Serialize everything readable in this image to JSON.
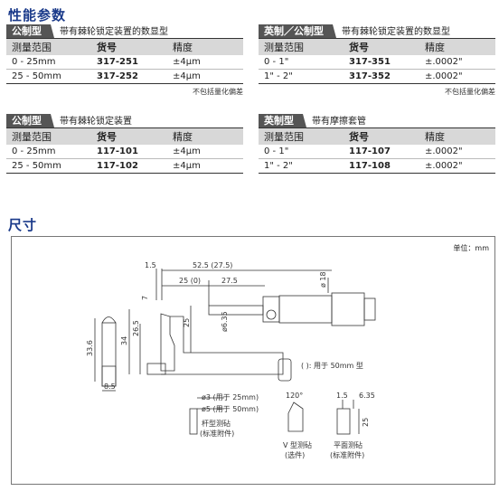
{
  "title_main": "性能参数",
  "title_dims": "尺寸",
  "col_headers": [
    "测量范围",
    "货号",
    "精度"
  ],
  "tables": [
    {
      "tag": "公制型",
      "desc": "带有棘轮锁定装置的数显型",
      "rows": [
        [
          "0 - 25mm",
          "317-251",
          "±4μm"
        ],
        [
          "25 - 50mm",
          "317-252",
          "±4μm"
        ]
      ],
      "note": "不包括量化偏差"
    },
    {
      "tag": "英制／公制型",
      "desc": "带有棘轮锁定装置的数显型",
      "rows": [
        [
          "0 - 1\"",
          "317-351",
          "±.0002\""
        ],
        [
          "1\" - 2\"",
          "317-352",
          "±.0002\""
        ]
      ],
      "note": "不包括量化偏差"
    },
    {
      "tag": "公制型",
      "desc": "带有棘轮锁定装置",
      "rows": [
        [
          "0 - 25mm",
          "117-101",
          "±4μm"
        ],
        [
          "25 - 50mm",
          "117-102",
          "±4μm"
        ]
      ],
      "note": ""
    },
    {
      "tag": "英制型",
      "desc": "带有摩擦套管",
      "rows": [
        [
          "0 - 1\"",
          "117-107",
          "±.0002\""
        ],
        [
          "1\" - 2\"",
          "117-108",
          "±.0002\""
        ]
      ],
      "note": ""
    }
  ],
  "drawing": {
    "unit": "单位：mm",
    "dims": {
      "d1_5": "1.5",
      "d52_5": "52.5 (27.5)",
      "d25_0": "25 (0)",
      "d27_5": "27.5",
      "d18": "ø 18",
      "d7": "7",
      "d34": "34",
      "d26_5": "26.5",
      "d25": "25",
      "d6_35": "ø6.35",
      "d33_6": "33.6",
      "d8_5": "8.5"
    },
    "note_paren": "( ): 用于 50mm 型",
    "anvil_d3": "ø3 (用于 25mm)",
    "anvil_d5": "ø5 (用于 50mm)",
    "rod_anvil": "杆型测砧",
    "rod_anvil_sub": "(标准附件)",
    "v_angle": "120°",
    "v_anvil": "V 型测砧",
    "v_anvil_sub": "(选件)",
    "flat_1_5": "1.5",
    "flat_6_35": "6.35",
    "flat_25": "25",
    "flat_anvil": "平面测砧",
    "flat_anvil_sub": "(标准附件)"
  }
}
